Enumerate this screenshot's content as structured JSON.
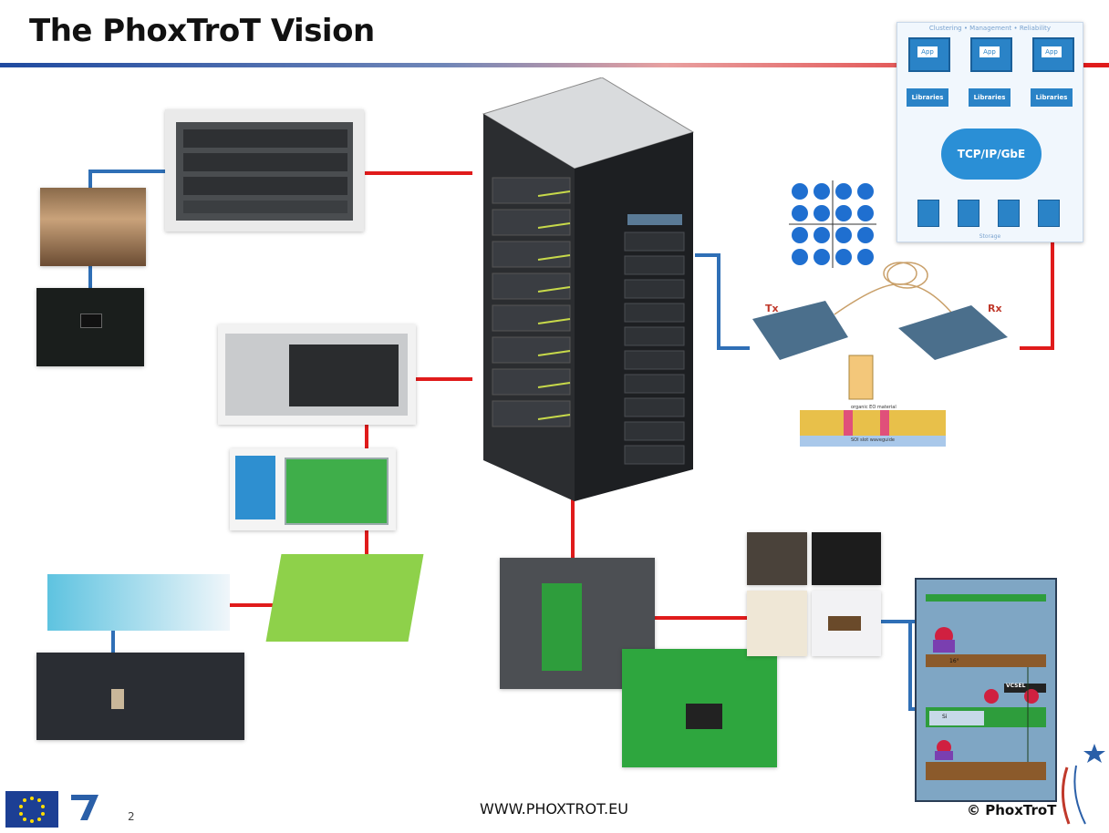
{
  "title": "The PhoxTroT Vision",
  "footer": {
    "url": "WWW.PHOXTROT.EU",
    "page_number": "2",
    "copyright": "© PhoxTroT"
  },
  "cloud_diagram": {
    "header": "Clustering • Management • Reliability",
    "apps": [
      "App",
      "App",
      "App"
    ],
    "libraries": [
      "Libraries",
      "Libraries",
      "Libraries"
    ],
    "network": "TCP/IP/GbE",
    "footer": "Storage"
  },
  "optical_diagram": {
    "tx_label": "Tx",
    "rx_label": "Rx",
    "material_label": "organic EO material",
    "waveguide_label": "SOI slot waveguide"
  },
  "vcsel_diagram": {
    "angle_label": "16°",
    "vcsel_label": "VCSEL",
    "chip_label": "Si"
  },
  "colors": {
    "link_red": "#e01b1b",
    "link_blue": "#2f6fb6",
    "title_rule_left": "#1f4aa0",
    "title_rule_right": "#e01b1b"
  }
}
